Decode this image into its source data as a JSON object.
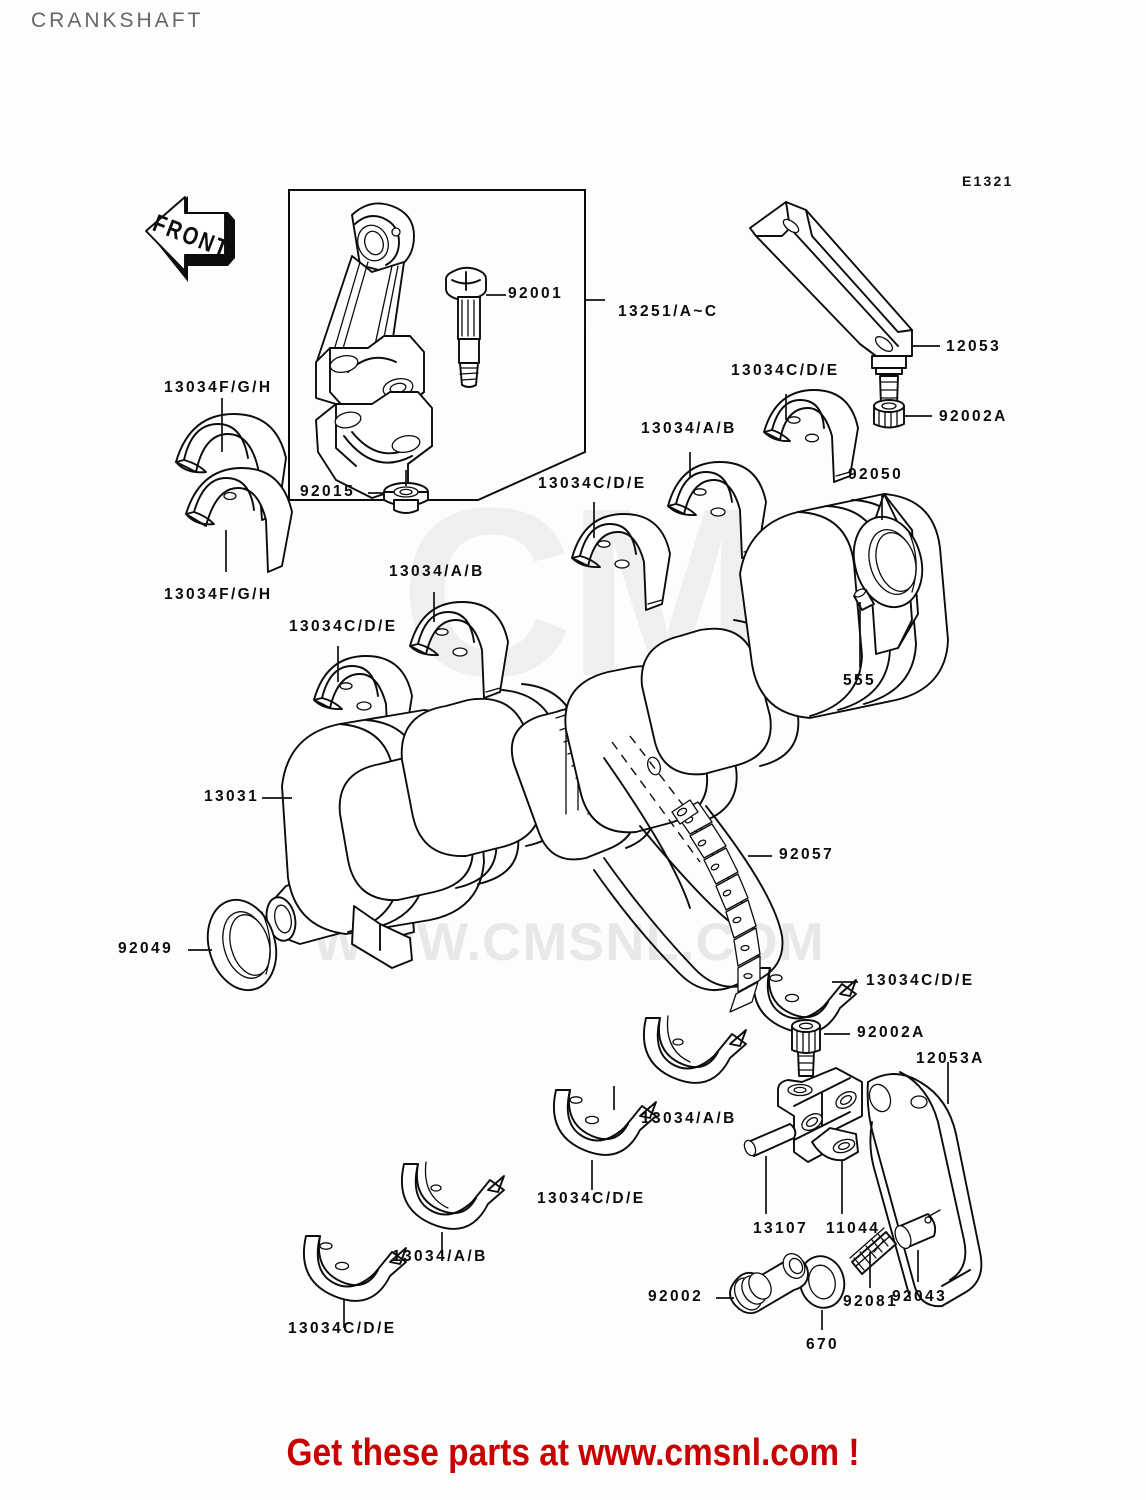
{
  "page": {
    "title": "CRANKSHAFT",
    "sheet_code": "E1321",
    "footer_cta": "Get these parts at www.cmsnl.com !",
    "front_marker": "FRONT",
    "watermark_url": "WWW.CMSNL.COM",
    "watermark_brand": "CMS",
    "accent_color": "#c90000",
    "title_color": "#676767",
    "ink_color": "#0c0c0c"
  },
  "callouts": {
    "conrod_bolt": "92001",
    "conrod_nut": "92015",
    "conrod_assembly": "13251/A~C",
    "bearing_left_top": "13034F/G/H",
    "bearing_left_bottom": "13034F/G/H",
    "bearing_mid_cde_1": "13034C/D/E",
    "bearing_mid_ab_1": "13034/A/B",
    "bearing_mid_cde_2": "13034C/D/E",
    "bearing_mid_ab_2": "13034/A/B",
    "bearing_up_cde": "13034C/D/E",
    "bearing_up_ab": "13034/A/B",
    "bracket_upper": "12053",
    "bolt_upper": "92002A",
    "seal_right": "92050",
    "pin_555": "555",
    "crankshaft": "13031",
    "seal_left": "92049",
    "cam_chain": "92057",
    "bearing_low_right_cde": "13034C/D/E",
    "bearing_low_ab_right": "13034/A/B",
    "bearing_low_cde_mid": "13034C/D/E",
    "bearing_low_ab_left": "13034/A/B",
    "bearing_low_cde_left": "13034C/D/E",
    "bolt_lower": "92002A",
    "guide_lower": "12053A",
    "shaft_13107": "13107",
    "holder_11044": "11044",
    "pin_92043": "92043",
    "spring_92081": "92081",
    "oring_670": "670",
    "bolt_92002": "92002"
  }
}
